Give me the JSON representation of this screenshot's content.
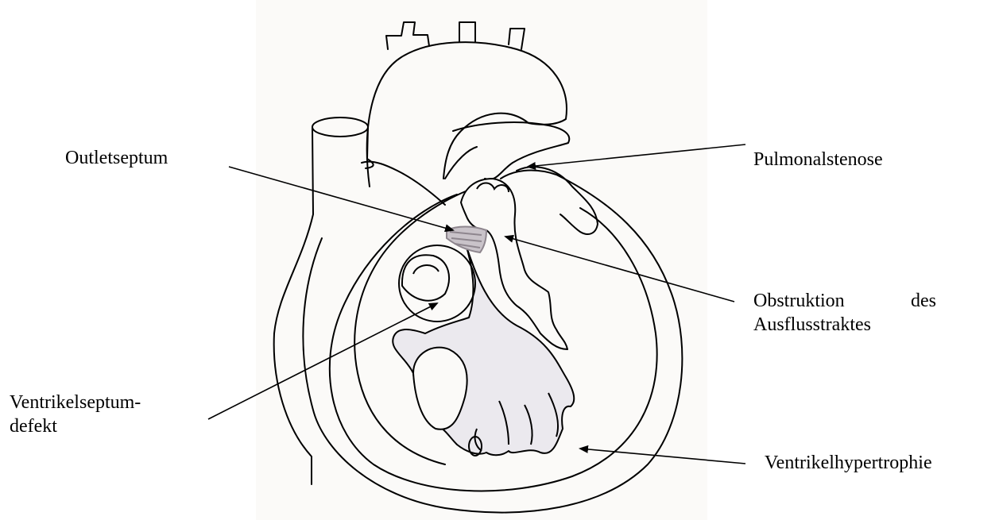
{
  "labels": {
    "pulmonalstenose": "Pulmonalstenose",
    "outletseptum": "Outletseptum",
    "obstruktion_line1_a": "Obstruktion",
    "obstruktion_line1_b": "des",
    "obstruktion_line2": "Ausflusstraktes",
    "vsd_line1": "Ventrikelseptum-",
    "vsd_line2": "defekt",
    "hypertrophie": "Ventrikelhypertrophie"
  },
  "colors": {
    "ink": "#000000",
    "paper": "#fbfaf8",
    "septum_fill": "#c9c3c9",
    "chamber_fill": "#ebe9ee"
  }
}
